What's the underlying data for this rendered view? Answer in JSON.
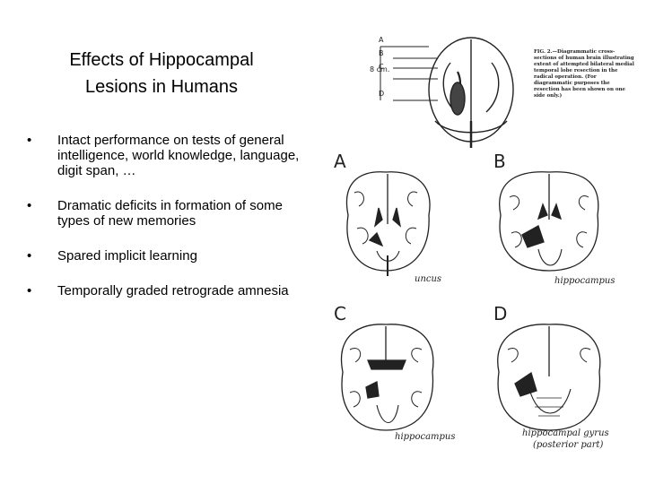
{
  "slide": {
    "title_line1": "Effects of Hippocampal",
    "title_line2": "Lesions in Humans",
    "bullets": [
      {
        "marker": "•",
        "text": "Intact performance on tests of general intelligence, world knowledge, language, digit span, …"
      },
      {
        "marker": "•",
        "text": "Dramatic deficits in formation of some types of new memories"
      },
      {
        "marker": "•",
        "text": "Spared implicit learning"
      },
      {
        "marker": "•",
        "text": "Temporally graded retrograde amnesia"
      }
    ]
  },
  "figure": {
    "top_caption": "FIG. 2.—Diagrammatic cross-sections of human brain illustrating extent of attempted bilateral medial temporal lobe resection in the radical operation. (For diagrammatic purposes the resection has been shown on one side only.)",
    "scale_label": "8 cm.",
    "level_labels": [
      "A",
      "B",
      "C",
      "D"
    ],
    "panels": [
      {
        "letter": "A",
        "label": "uncus"
      },
      {
        "letter": "B",
        "label": "hippocampus"
      },
      {
        "letter": "C",
        "label": "hippocampus"
      },
      {
        "letter": "D",
        "label_line1": "hippocampal gyrus",
        "label_line2": "(posterior part)"
      }
    ]
  }
}
